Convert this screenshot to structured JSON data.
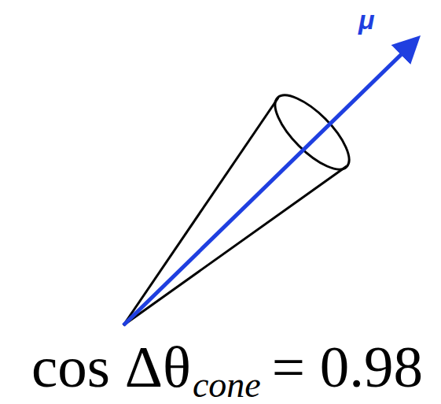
{
  "diagram": {
    "labels": [
      "μ",
      "cos Δθ",
      "cone",
      "= 0.98"
    ]
  }
}
